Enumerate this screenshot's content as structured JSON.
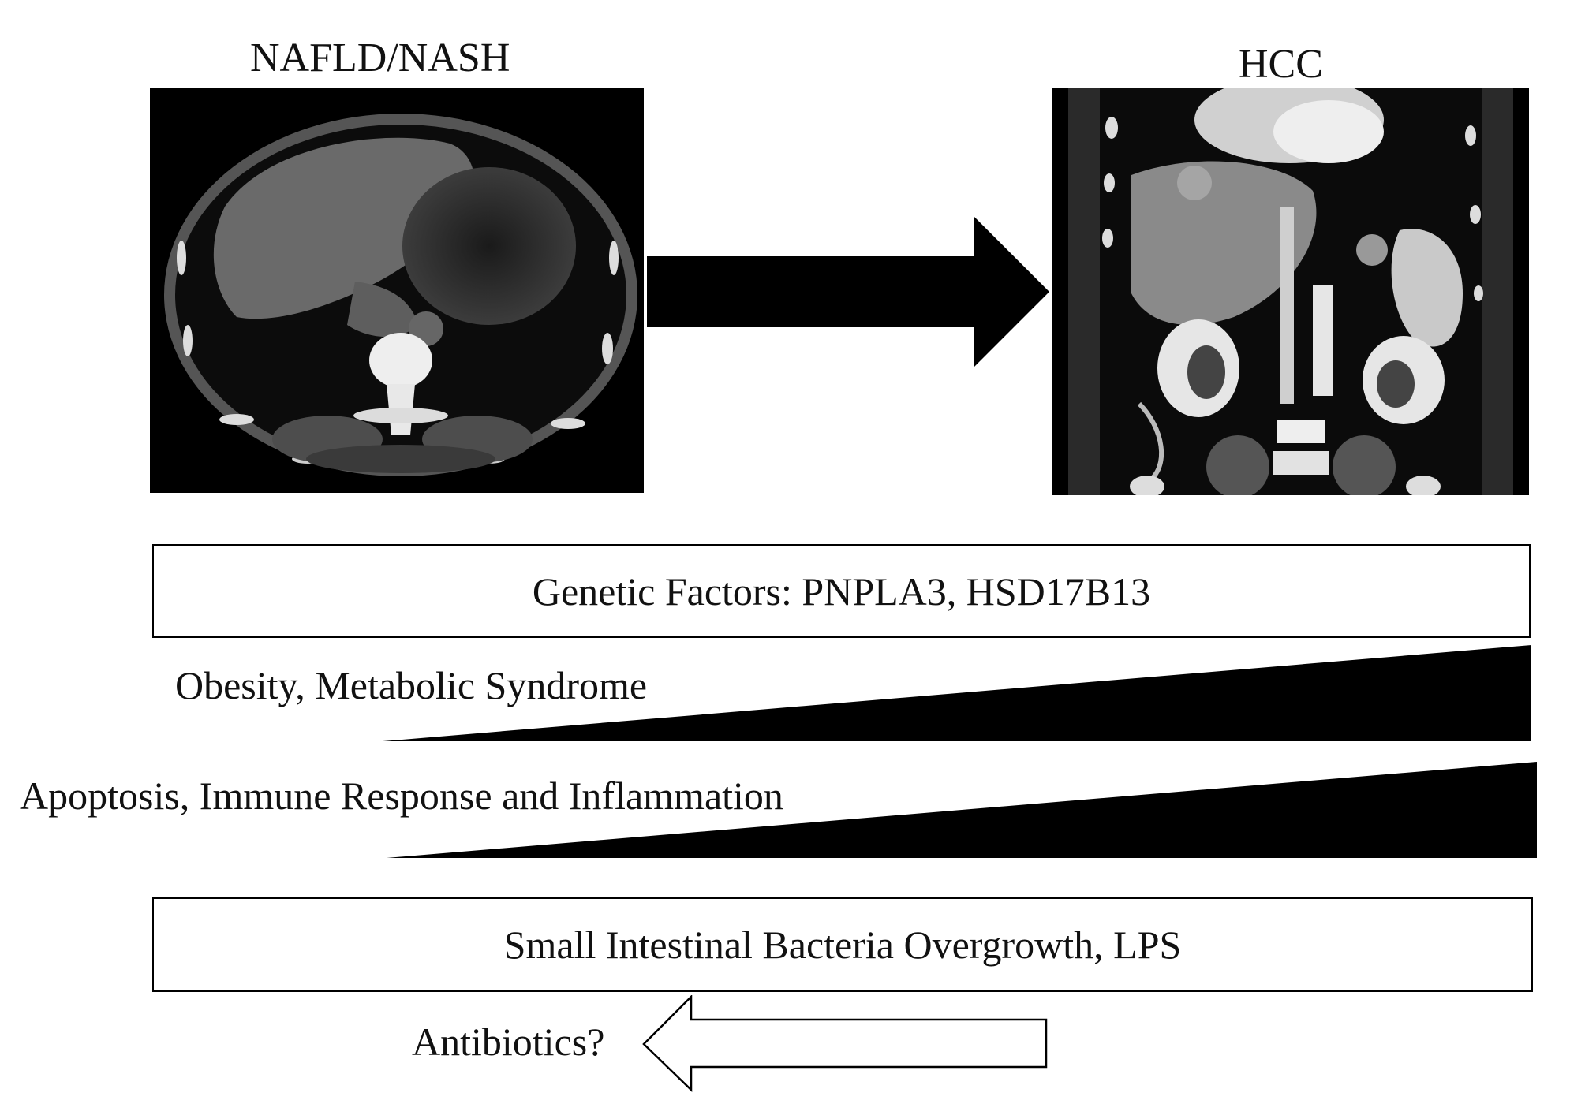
{
  "left_panel": {
    "title": "NAFLD/NASH",
    "image_label": "axial-ct-liver"
  },
  "right_panel": {
    "title": "HCC",
    "image_label": "coronal-ct-abdomen"
  },
  "genetic_box": {
    "text": "Genetic Factors: PNPLA3, HSD17B13"
  },
  "obesity_wedge": {
    "text": "Obesity, Metabolic Syndrome"
  },
  "inflammation_wedge": {
    "text": "Apoptosis, Immune Response and Inflammation"
  },
  "bacteria_box": {
    "text": "Small Intestinal Bacteria Overgrowth, LPS"
  },
  "antibiotics_arrow": {
    "text": "Antibiotics?"
  },
  "colors": {
    "ink": "#000000",
    "background": "#ffffff"
  }
}
